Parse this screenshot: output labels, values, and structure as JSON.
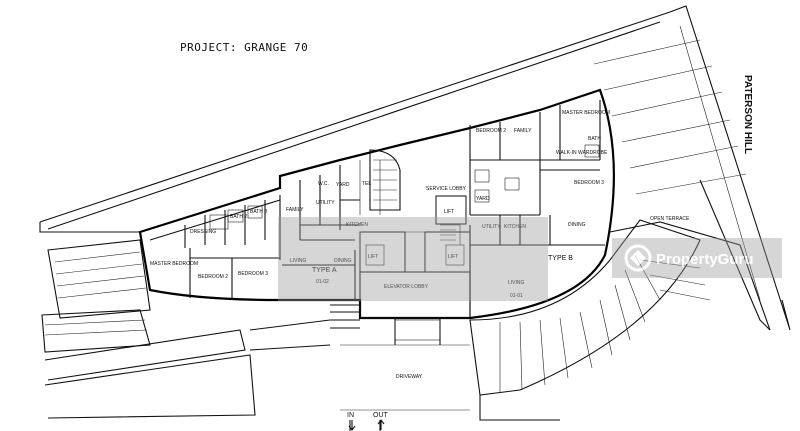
{
  "project_title": "PROJECT: GRANGE 70",
  "street_name": "PATERSON HILL",
  "type_a": {
    "label": "TYPE A",
    "units": "01-02"
  },
  "type_b": {
    "label": "TYPE B",
    "units": "01-01"
  },
  "rooms": {
    "master_bedroom_a": "MASTER BEDROOM",
    "bedroom2_a": "BEDROOM 2",
    "bedroom3_a": "BEDROOM 3",
    "dressing": "DRESSING",
    "bath2": "BATH 2",
    "bath3": "BATH 3",
    "family_a": "FAMILY",
    "yard_a": "YARD",
    "wc": "W.C.",
    "utility_a": "UTILITY",
    "kitchen_a": "KITCHEN",
    "living_a": "LIVING",
    "dining_a": "DINING",
    "tel": "TEL",
    "service_lobby": "SERVICE LOBBY",
    "lift_service": "LIFT",
    "lift_a": "LIFT",
    "lift_b": "LIFT",
    "elevator_lobby": "ELEVATOR LOBBY",
    "bedroom2_b": "BEDROOM 2",
    "family_b": "FAMILY",
    "master_bedroom_b": "MASTER BEDROOM",
    "walk_in_wardrobe": "WALK-IN WARDROBE",
    "bath_b": "BATH",
    "bedroom3_b": "BEDROOM 3",
    "yard_b": "YARD",
    "utility_b": "UTILITY",
    "kitchen_b": "KITCHEN",
    "dining_b": "DINING",
    "living_b": "LIVING",
    "open_terrace": "OPEN TERRACE",
    "driveway": "DRIVEWAY"
  },
  "entry": {
    "in": "IN",
    "out": "OUT"
  },
  "watermark": {
    "brand": "PropertyGuru",
    "color": "#ffffff"
  },
  "colors": {
    "line": "#111111",
    "watermark_band": "#9a9a9a"
  }
}
